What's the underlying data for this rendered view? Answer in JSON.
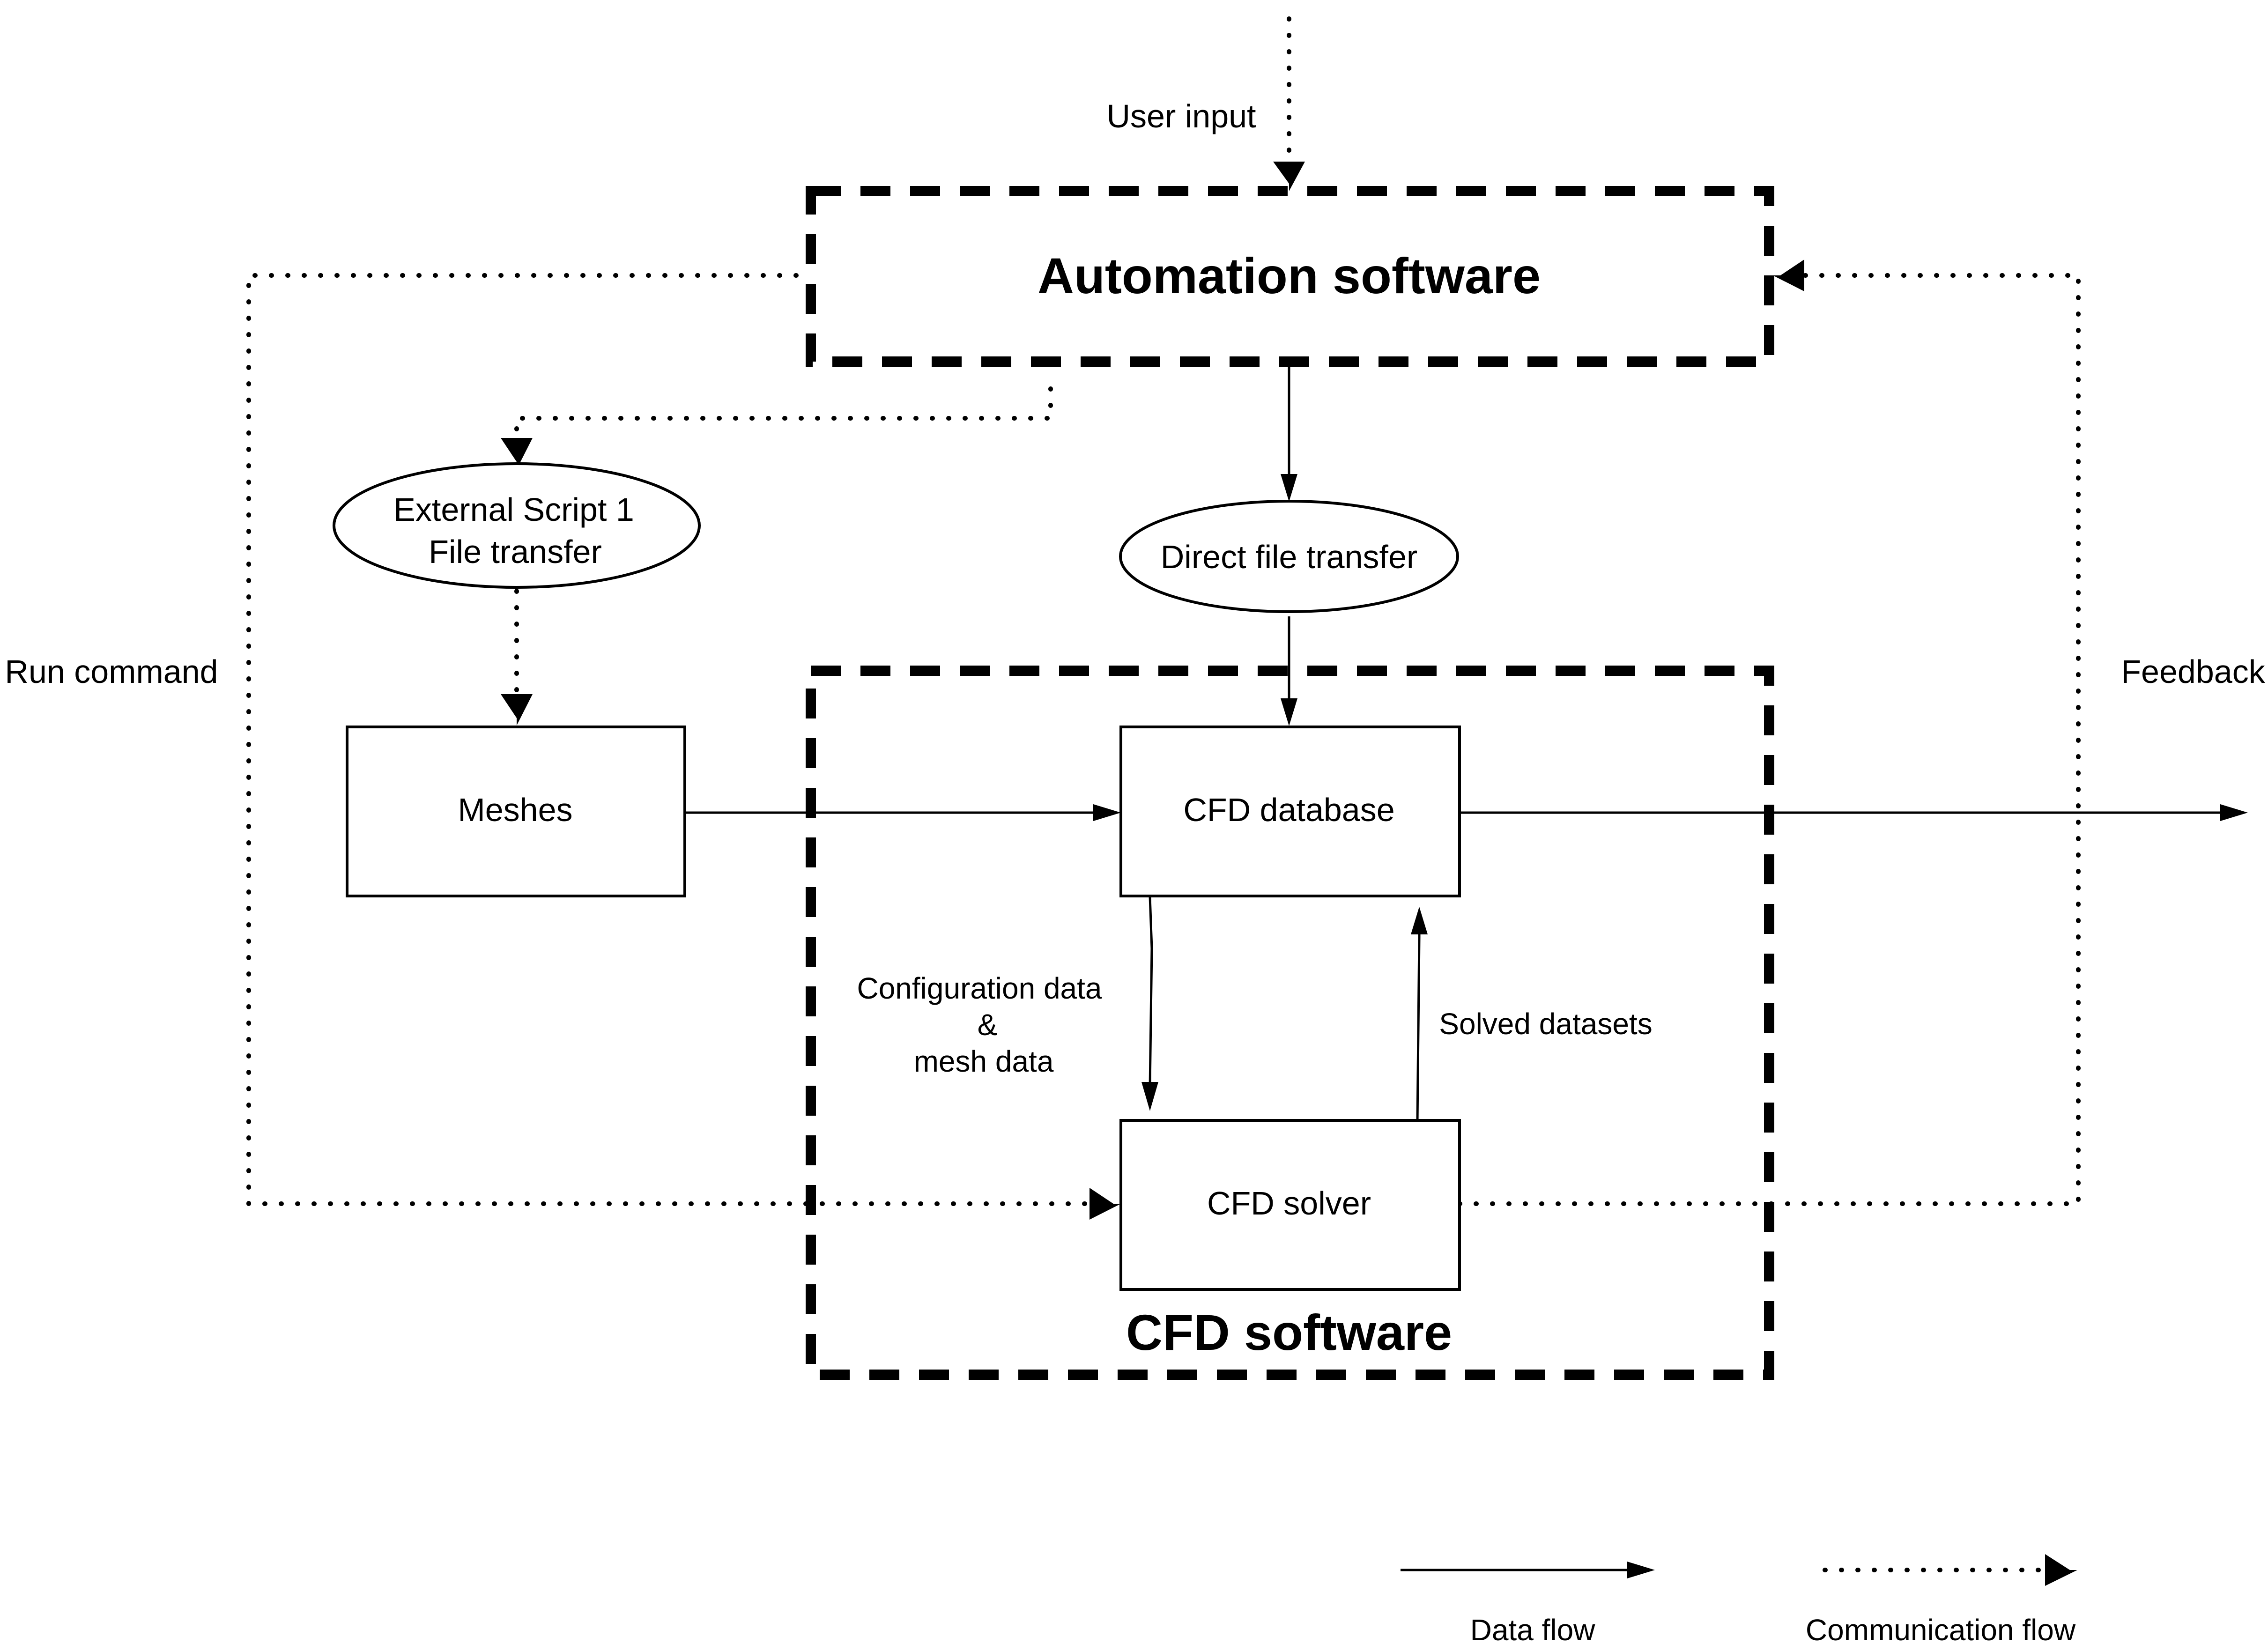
{
  "groups": {
    "automation": {
      "title": "Automation software"
    },
    "cfd": {
      "title": "CFD software"
    }
  },
  "nodes": {
    "external_script": {
      "line1": "External Script 1",
      "line2": "File transfer"
    },
    "direct_transfer": {
      "label": "Direct file transfer"
    },
    "meshes": {
      "label": "Meshes"
    },
    "cfd_database": {
      "label": "CFD database"
    },
    "cfd_solver": {
      "label": "CFD solver"
    }
  },
  "edge_labels": {
    "user_input": "User input",
    "run_command": "Run command",
    "feedback": "Feedback",
    "config_line1": "Configuration data",
    "config_line2": "&",
    "config_line3": "mesh data",
    "solved_datasets": "Solved datasets"
  },
  "legend": {
    "data_flow": "Data flow",
    "communication_flow": "Communication flow"
  }
}
